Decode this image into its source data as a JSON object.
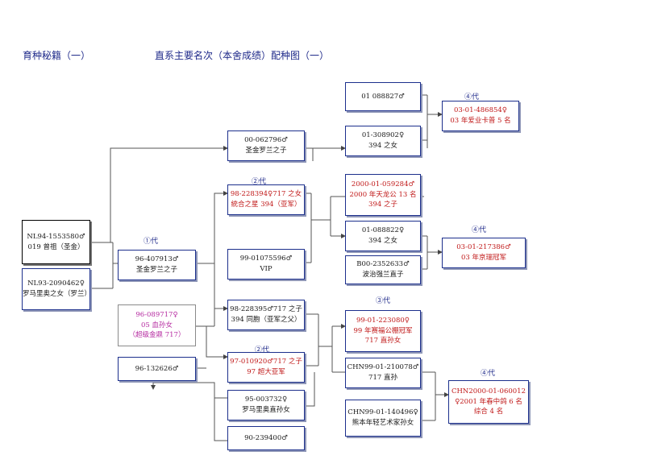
{
  "header": {
    "left": "育种秘籍（一）",
    "center": "直系主要名次（本舍成绩）配种图（一）"
  },
  "generations": {
    "g1": "①代",
    "g2a": "②代",
    "g2b": "②代",
    "g3": "③代",
    "g4a": "④代",
    "g4b": "④代",
    "g4c": "④代"
  },
  "nodes": {
    "nl94": {
      "line1": "NL94-1553580♂",
      "line2": "019 曾祖（圣金）"
    },
    "nl93": {
      "line1": "NL93-2090462♀",
      "line2": "罗马里奥之女（罗兰）"
    },
    "p96_407913": {
      "line1": "96-407913♂",
      "line2": "圣金罗兰之子"
    },
    "p96_089717": {
      "line1": "96-089717♀",
      "line2": "05 血孙女",
      "line3": "（超级金鼎 717）"
    },
    "p96_132626": {
      "line1": "96-132626♂"
    },
    "p00_062796": {
      "line1": "00-062796♂",
      "line2": "圣金罗兰之子"
    },
    "p98_228394": {
      "line1": "98-228394♀717 之女",
      "line2": "統合之星 394（亚军）"
    },
    "p99_01075596": {
      "line1": "99-01075596♂",
      "line2": "VIP"
    },
    "p98_228395": {
      "line1": "98-228395♂717 之子",
      "line2": "394 同胞（亚军之父）"
    },
    "p97_010920": {
      "line1": "97-010920♂717 之子",
      "line2": "97 超大亚军"
    },
    "p95_003732": {
      "line1": "95-003732♀",
      "line2": "罗马里奥直孙女"
    },
    "p90_239400": {
      "line1": "90-239400♂"
    },
    "p01_088827": {
      "line1": "01  088827♂"
    },
    "p01_308902": {
      "line1": "01-308902♀",
      "line2": "394 之女"
    },
    "p2000_059284": {
      "line1": "2000-01-059284♂",
      "line2": "2000 年天龙公 13 名",
      "line3": "394 之子"
    },
    "p01_088822": {
      "line1": "01-088822♀",
      "line2": "394 之女"
    },
    "b00_2352633": {
      "line1": "B00-2352633♂",
      "line2": "波治强兰直子"
    },
    "p99_223080": {
      "line1": "99-01-223080♀",
      "line2": "99 年赛福公棚冠军",
      "line3": "717 直孙女"
    },
    "chn99_210078": {
      "line1": "CHN99-01-210078♂",
      "line2": "717 直孙"
    },
    "chn99_140496": {
      "line1": "CHN99-01-140496♀",
      "line2": "熊本年轻艺术家孙女"
    },
    "r03_486854": {
      "line1": "03-01-486854♀",
      "line2": "03 年爱业卡普 5 名"
    },
    "r03_217386": {
      "line1": "03-01-217386♂",
      "line2": "03 年京瑞冠军"
    },
    "chn2000_060012": {
      "line1": "CHN2000-01-060012",
      "line2": "♀2001 年春中鸽 6 名",
      "line3": "综合 4 名"
    }
  }
}
